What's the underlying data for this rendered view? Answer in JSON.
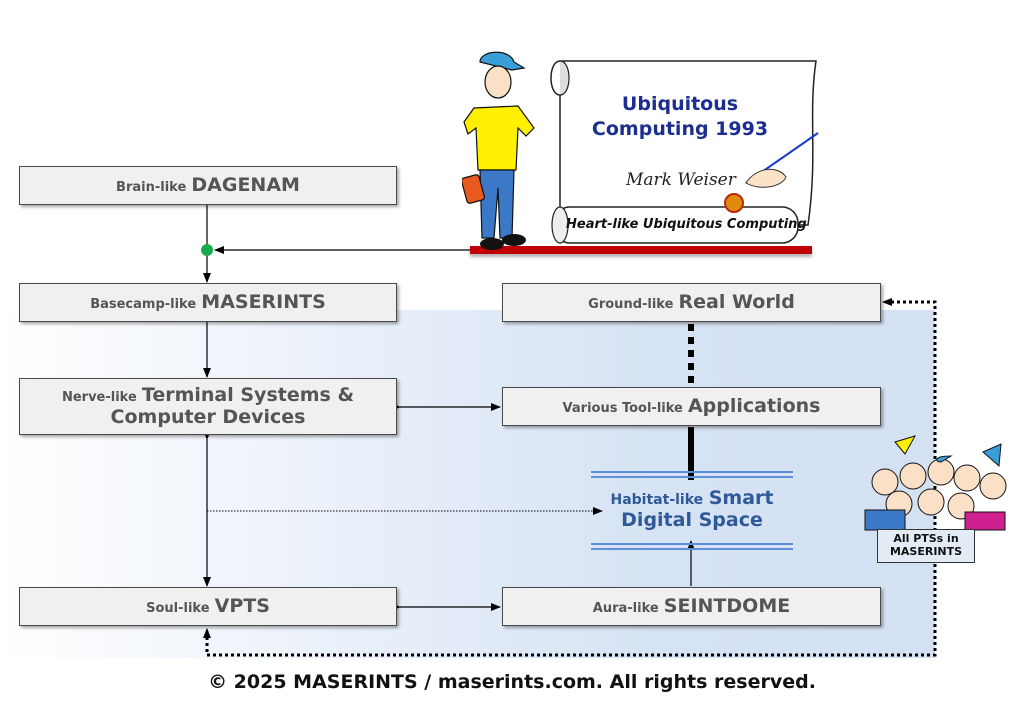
{
  "scroll": {
    "title_line1": "Ubiquitous",
    "title_line2": "Computing 1993",
    "signature": "Mark Weiser",
    "banner": "Heart-like Ubiquitous Computing"
  },
  "boxes": {
    "dagenam": {
      "prefix": "Brain-like",
      "main": "DAGENAM"
    },
    "maserints": {
      "prefix": "Basecamp-like",
      "main": "MASERINTS"
    },
    "terminal": {
      "prefix": "Nerve-like",
      "main_line1": "Terminal Systems &",
      "main_line2": "Computer Devices"
    },
    "vpts": {
      "prefix": "Soul-like",
      "main": "VPTS"
    },
    "real_world": {
      "prefix": "Ground-like",
      "main": "Real World"
    },
    "applications": {
      "prefix": "Various Tool-like",
      "main": "Applications"
    },
    "seintdome": {
      "prefix": "Aura-like",
      "main": "SEINTDOME"
    }
  },
  "habitat": {
    "prefix": "Habitat-like",
    "main_line1": "Smart",
    "main_line2": "Digital Space"
  },
  "crowd": {
    "label_line1": "All PTSs in",
    "label_line2": "MASERINTS"
  },
  "footer": {
    "copyright": "© 2025 MASERINTS / maserints.com. All rights reserved."
  },
  "colors": {
    "junction": "#1aaa4a",
    "banner_bar": "#c00000",
    "scroll_title": "#1c2e8f",
    "habitat_text": "#2f5a97",
    "habitat_lines": "#5b8fd8"
  }
}
